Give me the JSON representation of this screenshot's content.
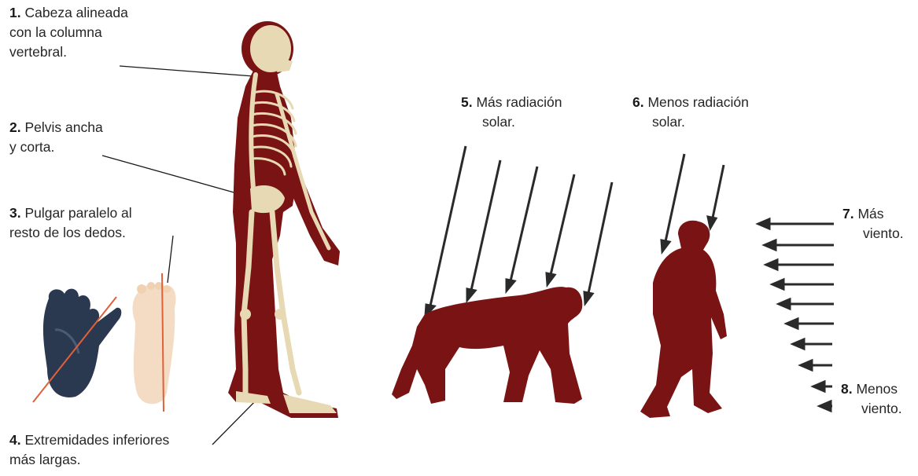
{
  "labels": {
    "l1": {
      "num": "1.",
      "lines": [
        "Cabeza alineada",
        "con la columna",
        "vertebral."
      ]
    },
    "l2": {
      "num": "2.",
      "lines": [
        "Pelvis ancha",
        "y corta."
      ]
    },
    "l3": {
      "num": "3.",
      "lines": [
        "Pulgar paralelo al",
        "resto de los dedos."
      ]
    },
    "l4": {
      "num": "4.",
      "lines": [
        "Extremidades inferiores",
        "más largas."
      ]
    },
    "l5": {
      "num": "5.",
      "lines": [
        "Más radiación",
        "solar."
      ]
    },
    "l6": {
      "num": "6.",
      "lines": [
        "Menos radiación",
        "solar."
      ]
    },
    "l7": {
      "num": "7.",
      "lines": [
        "Más",
        "viento."
      ]
    },
    "l8": {
      "num": "8.",
      "lines": [
        "Menos",
        "viento."
      ]
    }
  },
  "colors": {
    "silhouette": "#7a1414",
    "bone": "#e8d9b5",
    "arrow": "#2a2a2a",
    "leader_line": "#1a1a1a",
    "foot_dark": "#2b3950",
    "foot_light": "#f3dcc3",
    "axis_line": "#e0603a"
  },
  "icons": {
    "skeleton": "human-skeleton-figure",
    "ape_foot": "ape-foot-icon",
    "human_foot": "human-foot-icon",
    "ape": "quadruped-ape-silhouette",
    "hominid": "bipedal-hominid-silhouette"
  }
}
